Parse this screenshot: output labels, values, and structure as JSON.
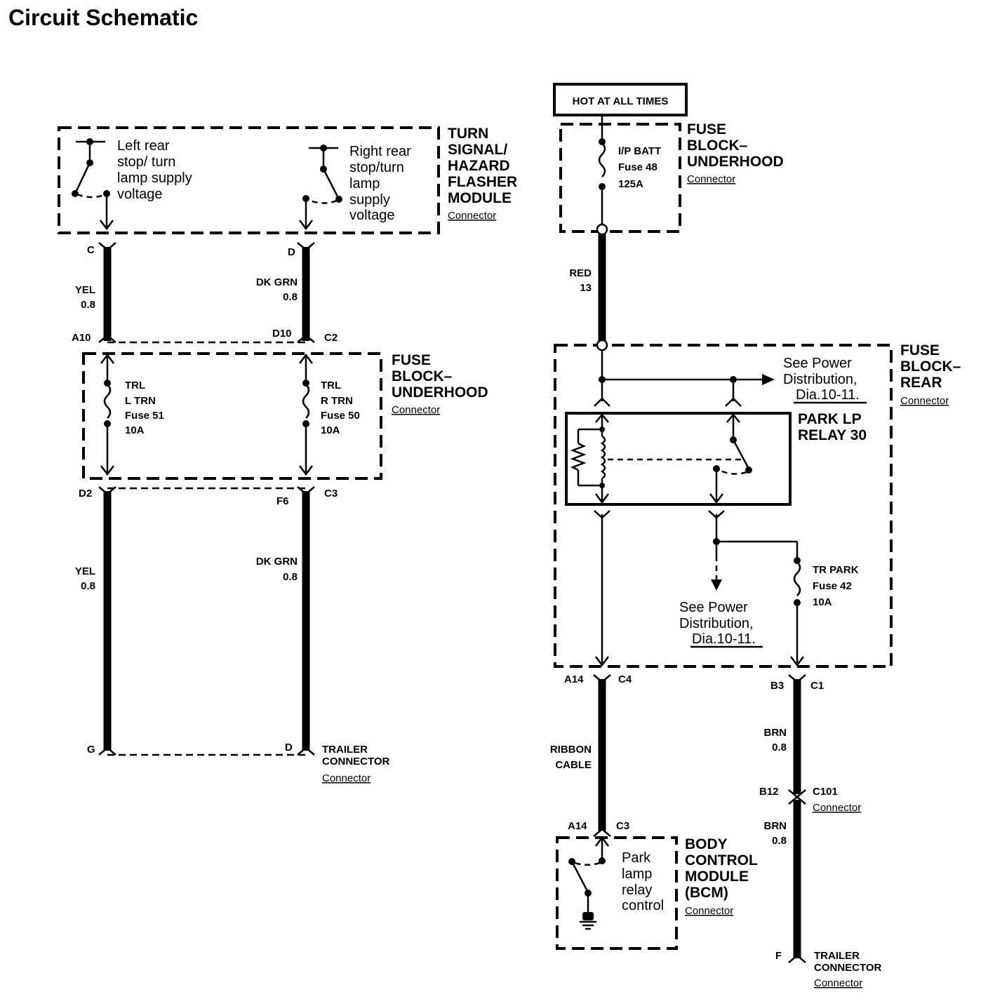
{
  "title": "Circuit Schematic",
  "hot_label": "HOT AT ALL TIMES",
  "connector_word": "Connector",
  "components": {
    "flasher": {
      "name_lines": [
        "TURN",
        "SIGNAL/",
        "HAZARD",
        "FLASHER",
        "MODULE"
      ],
      "connector": "Connector"
    },
    "fuse_block_underhood_left": {
      "name_lines": [
        "FUSE",
        "BLOCK–",
        "UNDERHOOD"
      ],
      "connector": "Connector"
    },
    "fuse_block_underhood_right": {
      "name_lines": [
        "FUSE",
        "BLOCK–",
        "UNDERHOOD"
      ],
      "connector": "Connector"
    },
    "fuse_block_rear": {
      "name_lines": [
        "FUSE",
        "BLOCK–",
        "REAR"
      ],
      "connector": "Connector"
    },
    "park_relay": {
      "name_lines": [
        "PARK LP",
        "RELAY 30"
      ]
    },
    "bcm": {
      "name_lines": [
        "BODY",
        "CONTROL",
        "MODULE",
        "(BCM)"
      ],
      "connector": "Connector"
    },
    "trailer_connector_left": {
      "name_lines": [
        "TRAILER",
        "CONNECTOR"
      ],
      "connector": "Connector"
    },
    "trailer_connector_right": {
      "name_lines": [
        "TRAILER",
        "CONNECTOR"
      ],
      "connector": "Connector"
    },
    "c101": {
      "name": "C101",
      "connector": "Connector"
    }
  },
  "internal_labels": {
    "left_supply": [
      "Left rear",
      "stop/ turn",
      "lamp supply",
      "voltage"
    ],
    "right_supply": [
      "Right rear",
      "stop/turn",
      "lamp",
      "supply",
      "voltage"
    ],
    "park_control": [
      "Park",
      "lamp",
      "relay",
      "control"
    ]
  },
  "fuses": {
    "fuse51": [
      "TRL",
      "L TRN",
      "Fuse 51",
      "10A"
    ],
    "fuse50": [
      "TRL",
      "R TRN",
      "Fuse 50",
      "10A"
    ],
    "fuse48": [
      "I/P BATT",
      "Fuse 48",
      "125A"
    ],
    "fuse42": [
      "TR PARK",
      "Fuse 42",
      "10A"
    ]
  },
  "see_power": {
    "upper": [
      "See Power",
      "Distribution,",
      "Dia.10-11."
    ],
    "lower": [
      "See Power",
      "Distribution,",
      "Dia.10-11."
    ]
  },
  "wires": {
    "yel_upper": [
      "YEL",
      "0.8"
    ],
    "dkgrn_upper": [
      "DK GRN",
      "0.8"
    ],
    "yel_lower": [
      "YEL",
      "0.8"
    ],
    "dkgrn_lower": [
      "DK GRN",
      "0.8"
    ],
    "red": [
      "RED",
      "13"
    ],
    "ribbon": [
      "RIBBON",
      "CABLE"
    ],
    "brn_upper": [
      "BRN",
      "0.8"
    ],
    "brn_lower": [
      "BRN",
      "0.8"
    ]
  },
  "pins": {
    "C": "C",
    "D": "D",
    "A10": "A10",
    "D10": "D10",
    "C2": "C2",
    "D2": "D2",
    "F6": "F6",
    "C3_left": "C3",
    "G": "G",
    "D_trailer": "D",
    "A14_top": "A14",
    "C4": "C4",
    "B3": "B3",
    "C1": "C1",
    "B12": "B12",
    "A14_bottom": "A14",
    "C3_bcm": "C3",
    "F": "F"
  }
}
